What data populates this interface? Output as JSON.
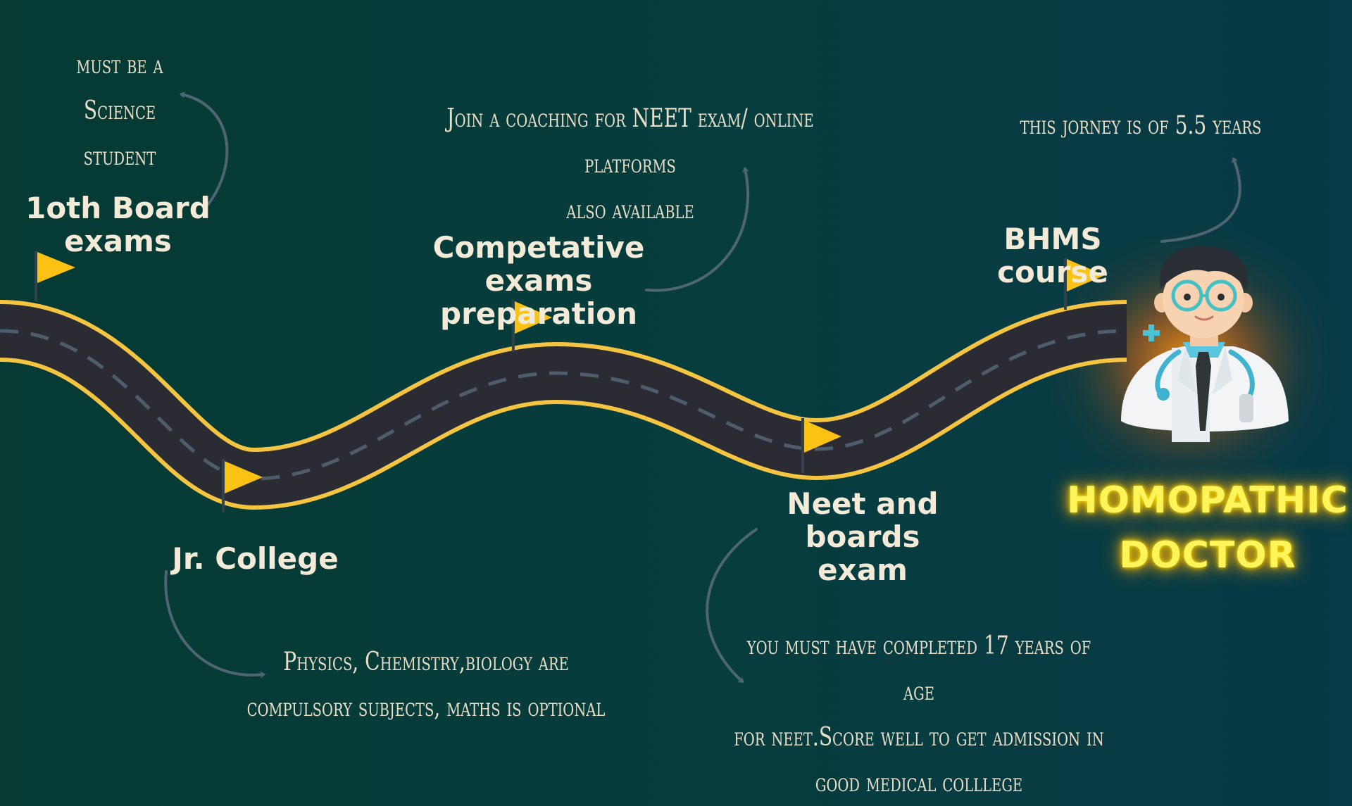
{
  "milestones": {
    "tenth_board": "1oth Board\nexams",
    "jr_college": "Jr. College",
    "competitive_prep": "Competative exams\npreparation",
    "neet_boards": "Neet and\nboards exam",
    "bhms_course": "BHMS course"
  },
  "notes": {
    "science_student": "must be a Science\nstudent",
    "subjects": "Physics, Chemistry,biology are\ncompulsory subjects, maths is optional",
    "coaching": "Join a coaching for NEET exam/ online platforms\nalso available",
    "neet_age": "you must have completed 17 years of age\nfor neet.Score well to get admission in\ngood medical colllege",
    "journey_length": "this jorney is of 5.5 years"
  },
  "destination": {
    "line1": "HOMOPATHIC",
    "line2": "DOCTOR"
  },
  "colors": {
    "background": "#063a33",
    "road": "#2b2c33",
    "road_edge": "#f5c542",
    "lane_dash": "#4d5d6b",
    "flag": "#f9c215",
    "neon_text": "#fff45a",
    "arrow": "#4f6670"
  },
  "icons": [
    "flag-icon",
    "doctor-avatar",
    "medical-cross-icon",
    "stethoscope-icon"
  ]
}
